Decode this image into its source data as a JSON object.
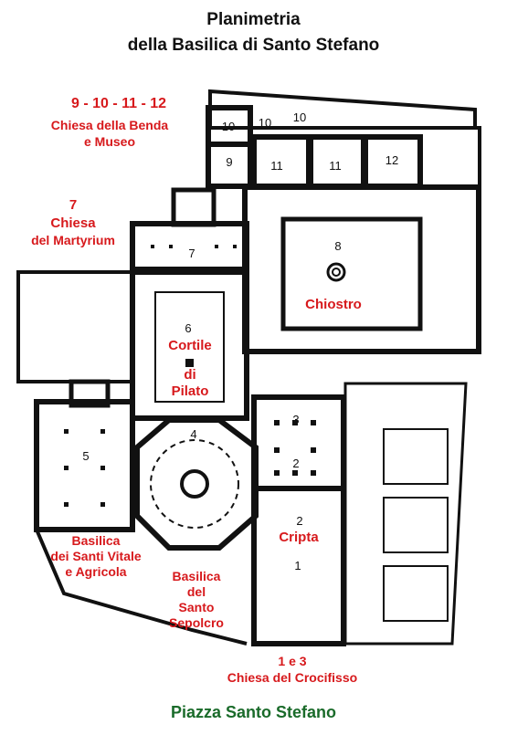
{
  "title": {
    "line1": "Planimetria",
    "line2": "della Basilica di Santo Stefano"
  },
  "labels": {
    "museo_nums": "9 - 10 - 11 - 12",
    "museo_a": "Chiesa della Benda",
    "museo_b": "e Museo",
    "martyrium_num": "7",
    "martyrium_a": "Chiesa",
    "martyrium_b": "del Martyrium",
    "chiostro": "Chiostro",
    "cortile_num": "6",
    "cortile_a": "Cortile",
    "cortile_b": "di",
    "cortile_c": "Pilato",
    "cripta_num": "2",
    "cripta": "Cripta",
    "vitale_a": "Basilica",
    "vitale_b": "dei Santi Vitale",
    "vitale_c": "e Agricola",
    "sepolcro_a": "Basilica",
    "sepolcro_b": "del",
    "sepolcro_c": "Santo",
    "sepolcro_d": "Sepolcro",
    "crocifisso_num": "1 e 3",
    "crocifisso": "Chiesa del Crocifisso"
  },
  "rooms": {
    "r10a": "10",
    "r10b": "10",
    "r10c": "10",
    "r9": "9",
    "r11a": "11",
    "r11b": "11",
    "r12": "12",
    "r7": "7",
    "r8": "8",
    "r4": "4",
    "r3": "3",
    "r2": "2",
    "r5": "5",
    "r1": "1"
  },
  "footer": "Piazza Santo Stefano"
}
